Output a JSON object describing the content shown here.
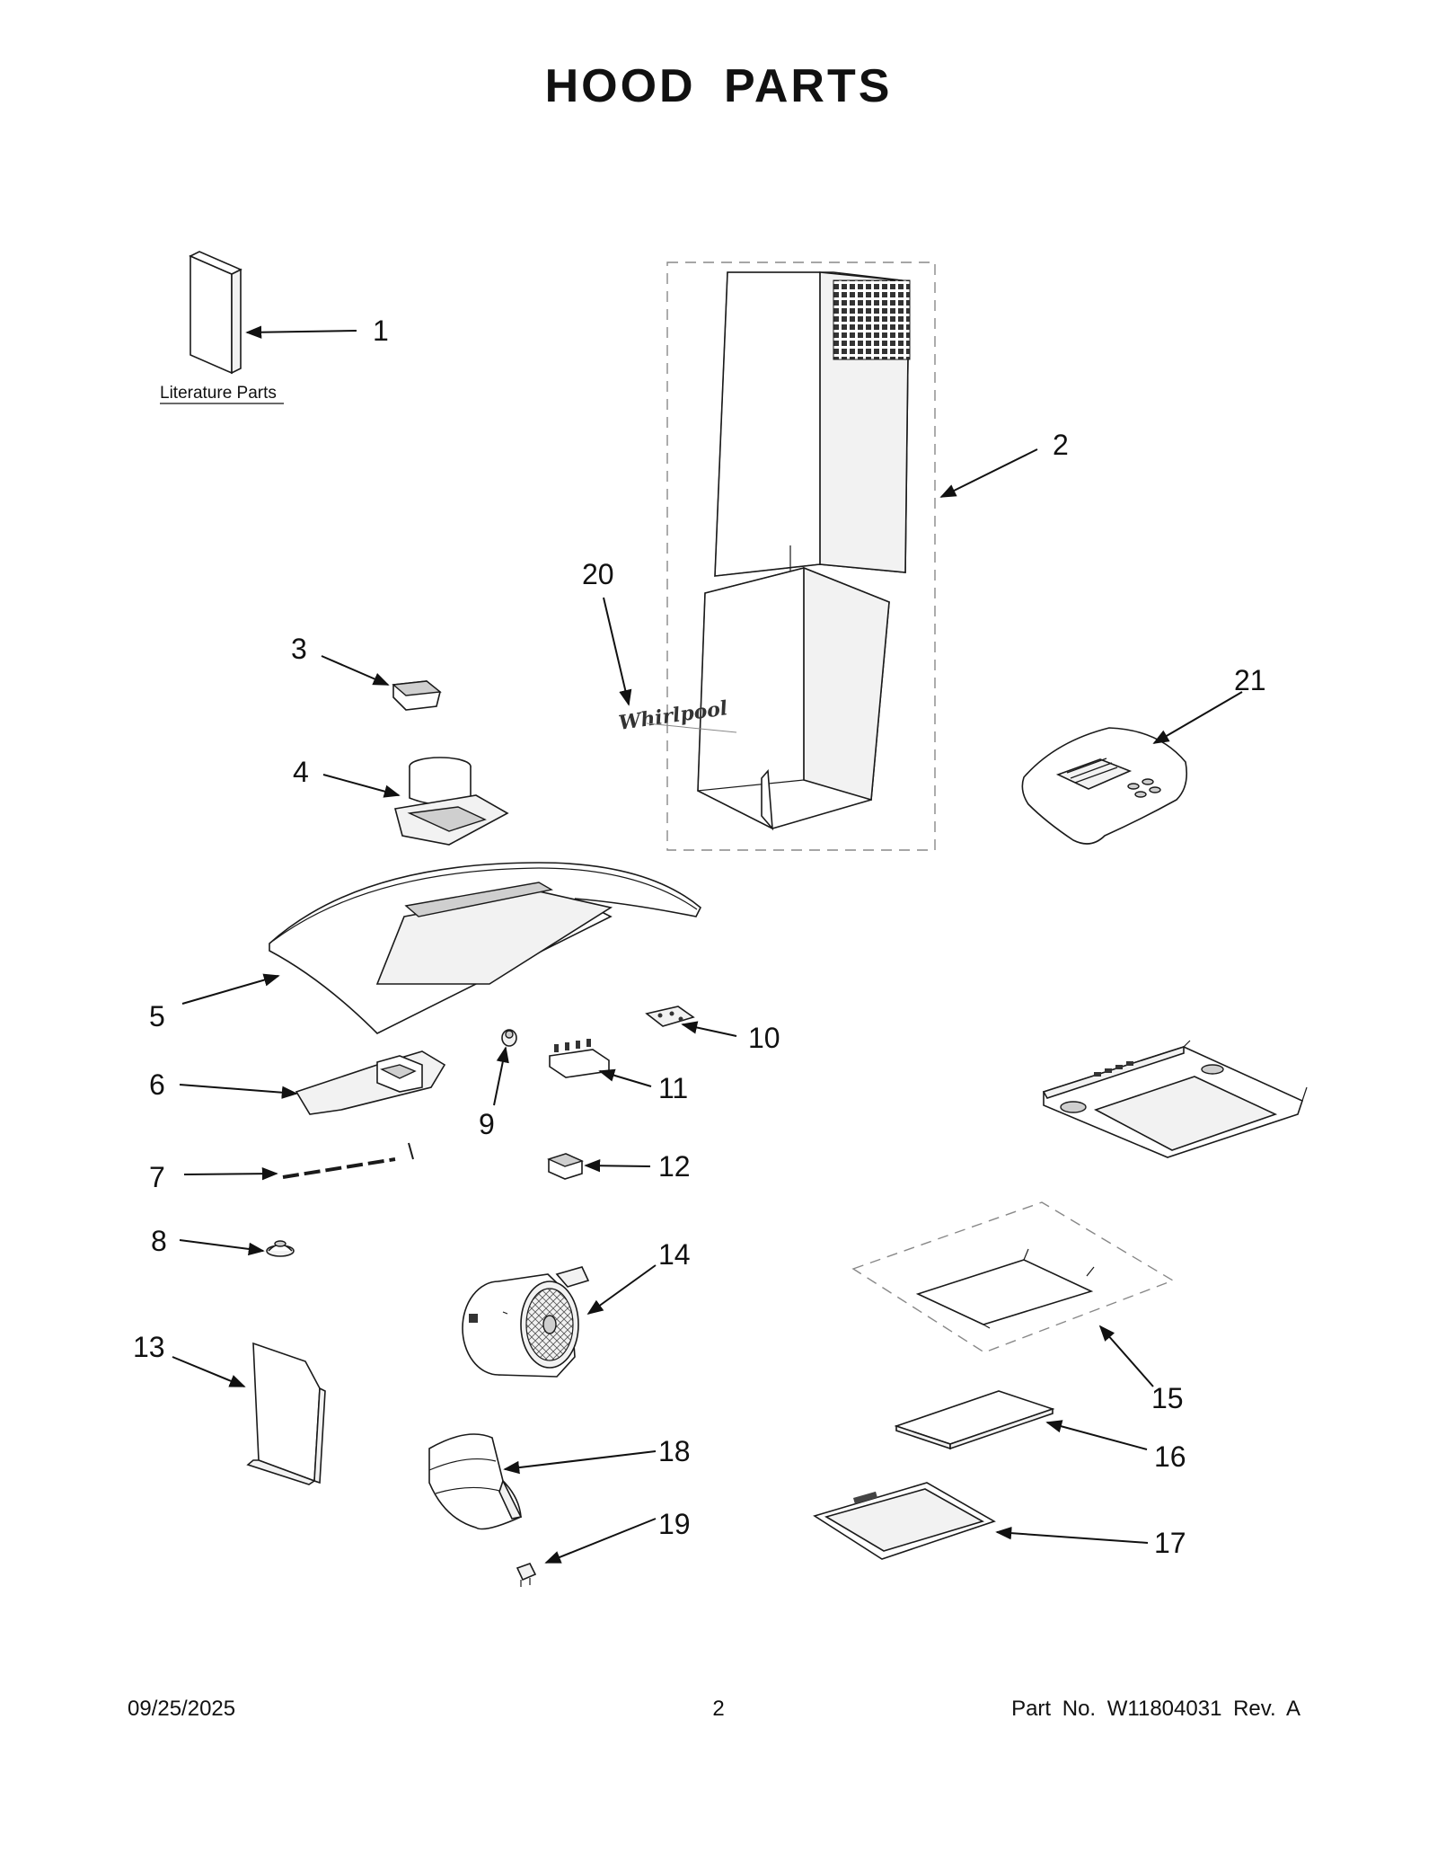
{
  "title": "HOOD PARTS",
  "literature_label": "Literature Parts",
  "callouts": [
    "1",
    "2",
    "3",
    "4",
    "5",
    "6",
    "7",
    "8",
    "9",
    "10",
    "11",
    "12",
    "13",
    "14",
    "15",
    "16",
    "17",
    "18",
    "19",
    "20",
    "21"
  ],
  "footer": {
    "date": "09/25/2025",
    "page": "2",
    "part_no": "Part No.  W11804031  Rev.  A"
  }
}
